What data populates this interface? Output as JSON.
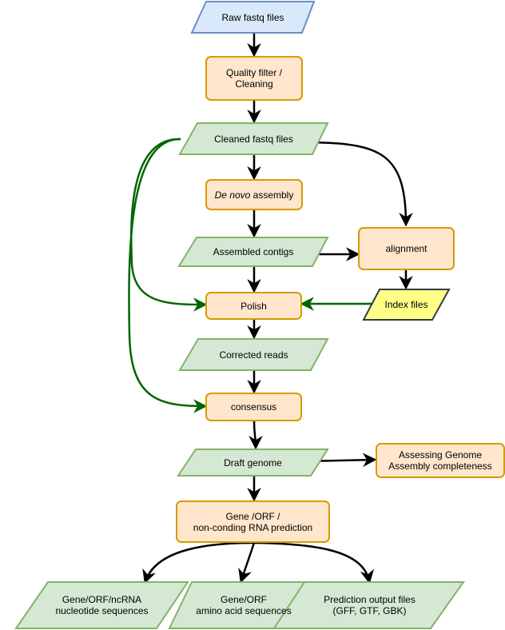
{
  "colors": {
    "input_fill": "#dae8fc",
    "input_stroke": "#6c8ebf",
    "process_fill": "#ffe6cc",
    "process_stroke": "#d79b00",
    "data_fill": "#d5e8d4",
    "data_stroke": "#82b366",
    "index_fill": "#ffff88",
    "index_stroke": "#36393d",
    "edge_black": "#000000",
    "edge_green": "#006600"
  },
  "nodes": {
    "raw_fastq": {
      "label": "Raw fastq files"
    },
    "quality_filter": {
      "line1": "Quality filter /",
      "line2": "Cleaning"
    },
    "cleaned_fastq": {
      "label": "Cleaned fastq files"
    },
    "de_novo": {
      "label_italic": "De novo",
      "label_rest": " assembly"
    },
    "assembled_contigs": {
      "label": "Assembled contigs"
    },
    "alignment": {
      "label": "alignment"
    },
    "polish": {
      "label": "Polish"
    },
    "index_files": {
      "label": "Index files"
    },
    "corrected_reads": {
      "label": "Corrected reads"
    },
    "consensus": {
      "label": "consensus"
    },
    "draft_genome": {
      "label": "Draft genome"
    },
    "assessing": {
      "line1": "Assessing Genome",
      "line2": "Assembly completeness"
    },
    "gene_prediction": {
      "line1": "Gene /ORF /",
      "line2": "non-conding RNA prediction"
    },
    "nucleotide_seqs": {
      "line1": "Gene/ORF/ncRNA",
      "line2": "nucleotide sequences"
    },
    "amino_acid_seqs": {
      "line1": "Gene/ORF",
      "line2": "amino acid sequences"
    },
    "prediction_output": {
      "line1": "Prediction output files",
      "line2": "(GFF, GTF, GBK)"
    }
  }
}
